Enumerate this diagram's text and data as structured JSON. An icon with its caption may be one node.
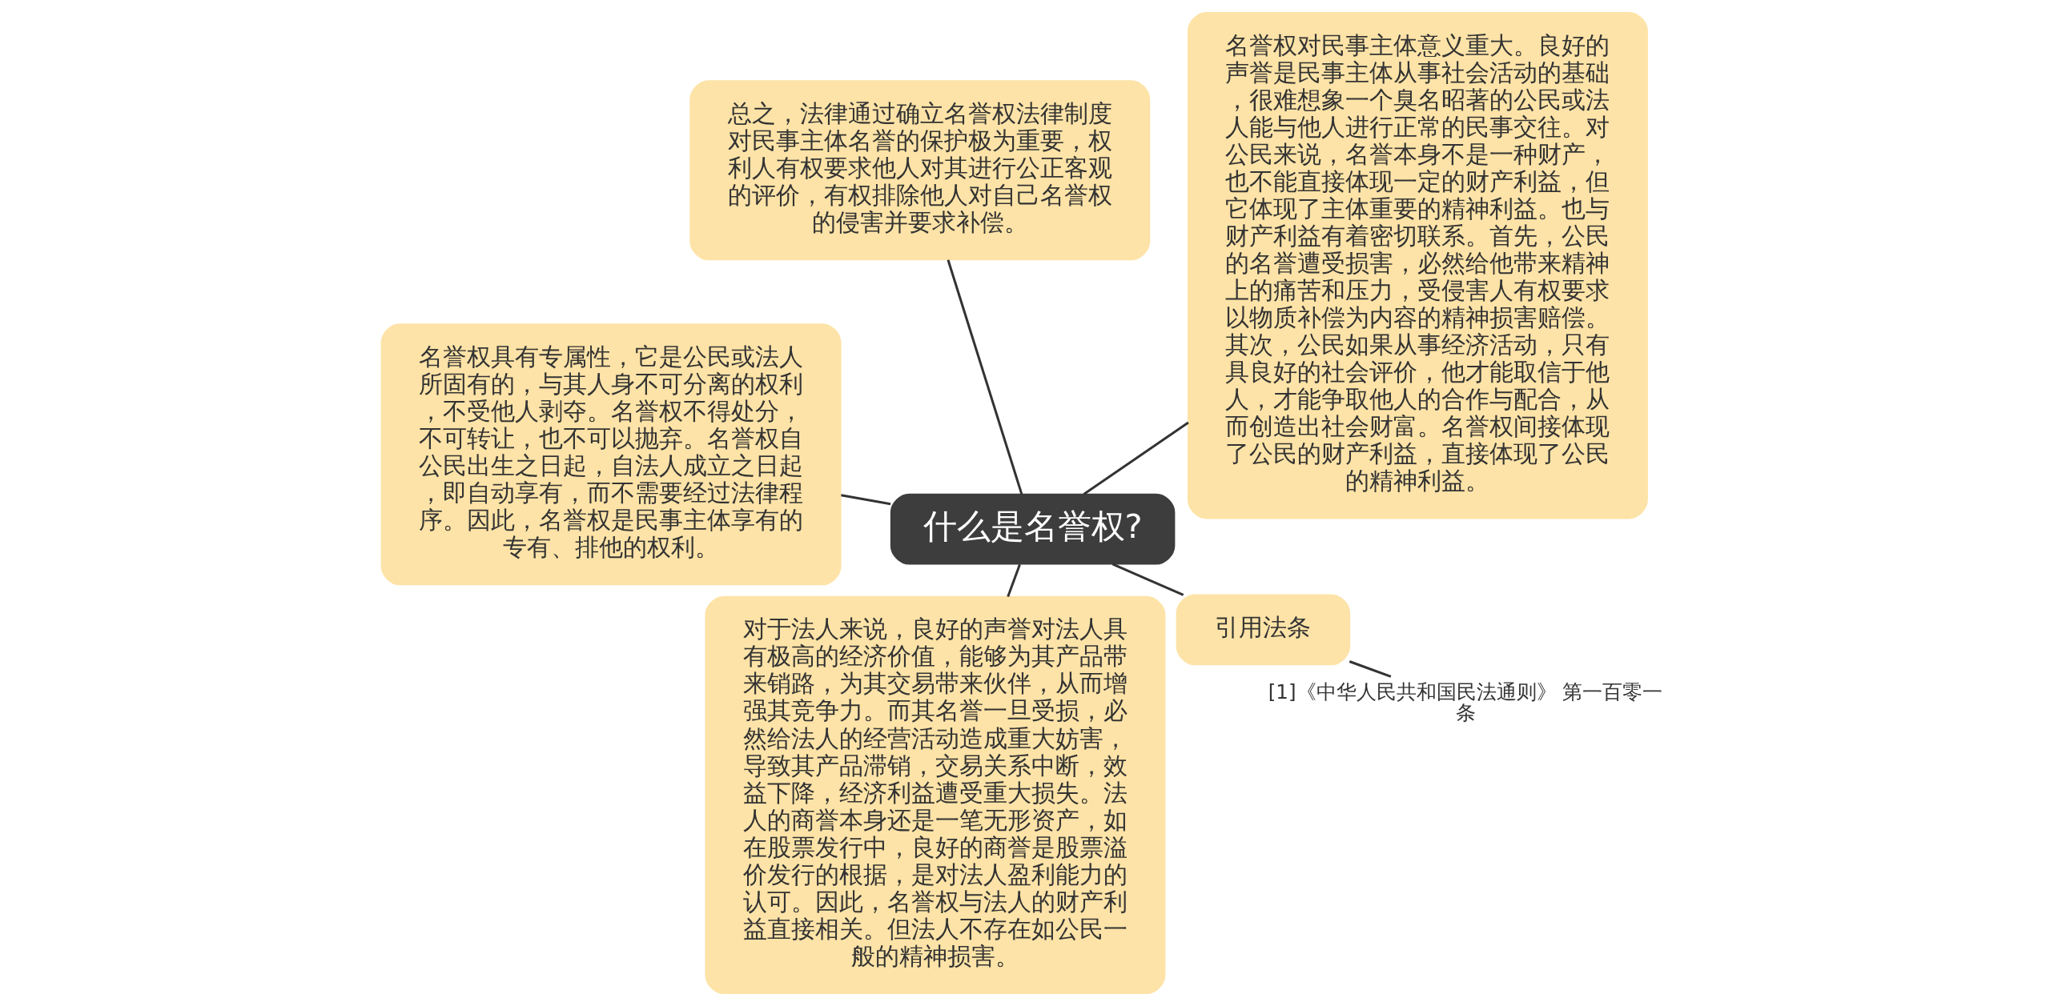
{
  "diagram": {
    "nodes": [
      {
        "text": [
          "什么是名誉权?"
        ]
      },
      {
        "text": [
          "名誉权对民事主体意义重大。良好的声誉是民事主体从事社会活动的基础，很难想象一个臭名昭著的公民或法人能与他人进行正常的民事交往。对公民来说，名誉本身不是一种财产，也不能直接体现一定的财产利益，但它体现了主体重要的精神利益。也与财产利益有着密切联系。首先，公民的名誉遭受损害，必然给他带来精神上的痛苦和压力，受侵害人有权要求以物质补偿为内容的精神损害赔偿。其次，公民如果从事经济活动，只有具良好的社会评价，他才能取信于他人，才能争取他人的合作与配合，从而创造出社会财富。名誉权间接体现了公民的财产利益，直接体现了公民的精神利益。"
        ]
      },
      {
        "text": [
          "总之，法律通过确立名誉权法律制度对民事主体名誉的保护极为重要，权利人有权要求他人对其进行公正客观的评价，有权排除他人对自己名誉权的侵害并要求补偿。"
        ]
      },
      {
        "text": [
          "名誉权具有专属性，它是公民或法人所固有的，与其人身不可分离的权利，不受他人剥夺。名誉权不得处分，不可转让，也不可以抛弃。名誉权自公民出生之日起，自法人成立之日起，即自动享有，而不需要经过法律程序。因此，名誉权是民事主体享有的专有、排他的权利。"
        ]
      },
      {
        "text": [
          "对于法人来说，良好的声誉对法人具有极高的经济价值，能够为其产品带来销路，为其交易带来伙伴，从而增强其竞争力。而其名誉一旦受损，必然给法人的经营活动造成重大妨害，导致其产品滞销，交易关系中断，效益下降，经济利益遭受重大损失。法人的商誉本身还是一笔无形资产，如在股票发行中，良好的商誉是股票溢价发行的根据，是对法人盈利能力的认可。因此，名誉权与法人的财产利益直接相关。但法人不存在如公民一般的精神损害。"
        ]
      },
      {
        "text": [
          "引用法条"
        ]
      },
      {
        "text": [
          "[1]《中华人民共和国民法通则》 第一百零一条"
        ]
      }
    ],
    "edges": [
      {
        "from": 0,
        "to": 1,
        "arrow": "none"
      },
      {
        "from": 0,
        "to": 2,
        "arrow": "none"
      },
      {
        "from": 0,
        "to": 3,
        "arrow": "none"
      },
      {
        "from": 0,
        "to": 4,
        "arrow": "none"
      },
      {
        "from": 0,
        "to": 5,
        "arrow": "none"
      },
      {
        "from": 5,
        "to": 6,
        "arrow": "none"
      }
    ]
  }
}
